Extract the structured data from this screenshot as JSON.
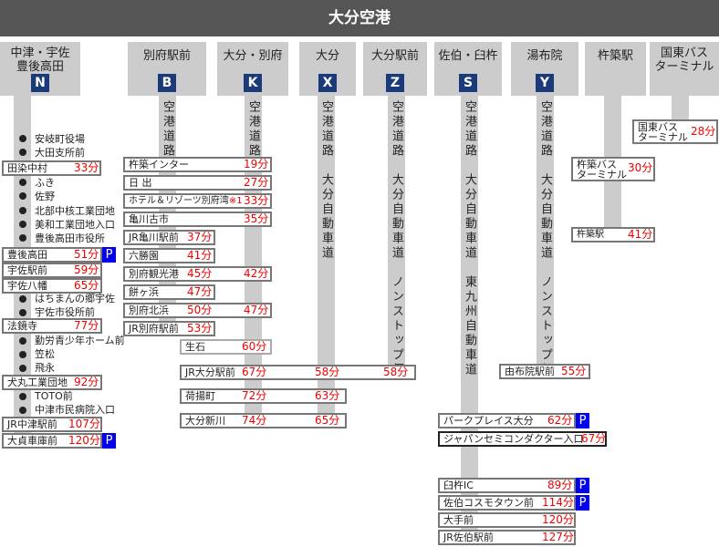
{
  "title": "大分空港",
  "routes": [
    {
      "name": "中津・宇佐\n豊後高田",
      "code": "N"
    },
    {
      "name": "別府駅前",
      "code": "B"
    },
    {
      "name": "大分・別府",
      "code": "K"
    },
    {
      "name": "大分",
      "code": "X"
    },
    {
      "name": "大分駅前",
      "code": "Z"
    },
    {
      "name": "佐伯・臼杵",
      "code": "S"
    },
    {
      "name": "湯布院",
      "code": "Y"
    },
    {
      "name": "杵築駅",
      "code": ""
    },
    {
      "name": "国東バス\nターミナル",
      "code": ""
    }
  ],
  "roads": {
    "B": "空港道路",
    "K": "空港道路",
    "X": "空港道路　大分自動車道",
    "Z": "空港道路　大分自動車道　ノンストップ便",
    "S": "空港道路　大分自動車道　東九州自動車道",
    "Y": "空港道路　大分自動車道　ノンストップ便"
  },
  "parking": "P",
  "N": {
    "dots1": [
      "安岐町役場",
      "大田支所前"
    ],
    "s1": {
      "name": "田染中村",
      "time": "33分"
    },
    "dots2": [
      "ふき",
      "佐野",
      "北部中核工業団地",
      "美和工業団地入口",
      "豊後高田市役所"
    ],
    "s2": {
      "name": "豊後高田",
      "time": "51分"
    },
    "s3": {
      "name": "宇佐駅前",
      "time": "59分"
    },
    "s4": {
      "name": "宇佐八幡",
      "time": "65分"
    },
    "dots3": [
      "はちまんの郷宇佐",
      "宇佐市役所前"
    ],
    "s5": {
      "name": "法鏡寺",
      "time": "77分"
    },
    "dots4": [
      "勤労青少年ホーム前",
      "笠松",
      "飛永"
    ],
    "s6": {
      "name": "犬丸工業団地",
      "time": "92分"
    },
    "dots5": [
      "TOTO前",
      "中津市民病院入口"
    ],
    "s7": {
      "name": "JR中津駅前",
      "time": "107分"
    },
    "s8": {
      "name": "大貞車庫前",
      "time": "120分"
    }
  },
  "BK": [
    {
      "name": "杵築インター",
      "k": "19分"
    },
    {
      "name": "日 出",
      "k": "27分"
    },
    {
      "name": "ホテル＆リゾーツ別府湾",
      "note": "※1",
      "k": "33分"
    },
    {
      "name": "亀川古市",
      "k": "35分"
    },
    {
      "name": "JR亀川駅前",
      "b": "37分"
    },
    {
      "name": "六勝園",
      "b": "41分"
    },
    {
      "name": "別府観光港",
      "b": "45分",
      "k": "42分"
    },
    {
      "name": "餅ヶ浜",
      "b": "47分"
    },
    {
      "name": "別府北浜",
      "b": "50分",
      "k": "47分"
    },
    {
      "name": "JR別府駅前",
      "b": "53分"
    }
  ],
  "oita": [
    {
      "name": "生石",
      "k": "60分"
    },
    {
      "name": "JR大分駅前",
      "k": "67分",
      "x": "58分",
      "z": "58分"
    },
    {
      "name": "荷揚町",
      "k": "72分",
      "x": "63分"
    },
    {
      "name": "大分新川",
      "k": "74分",
      "x": "65分"
    }
  ],
  "Y": {
    "name": "由布院駅前",
    "time": "55分"
  },
  "kitsuki": [
    {
      "name": "杵築バス\nターミナル",
      "time": "30分"
    },
    {
      "name": "杵築駅",
      "time": "41分"
    }
  ],
  "kunisaki": {
    "name": "国東バス\nターミナル",
    "time": "28分"
  },
  "S": [
    {
      "name": "パークプレイス大分",
      "time": "62分"
    },
    {
      "name": "ジャパンセミコンダクター入口",
      "time": "67分"
    },
    {
      "name": "臼杵IC",
      "time": "89分"
    },
    {
      "name": "佐伯コスモタウン前",
      "time": "114分"
    },
    {
      "name": "大手前",
      "time": "120分"
    },
    {
      "name": "JR佐伯駅前",
      "time": "127分"
    }
  ]
}
